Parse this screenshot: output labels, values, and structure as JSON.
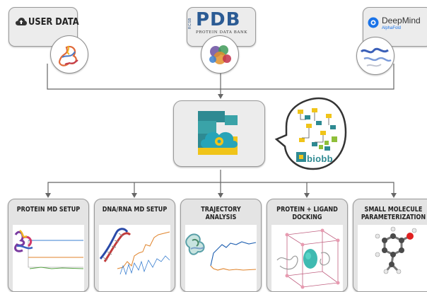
{
  "sources": {
    "user_data": "USER DATA",
    "pdb": {
      "logo": "PDB",
      "rcsb": "RCSB",
      "subtitle": "PROTEIN DATA BANK"
    },
    "deepmind": {
      "name": "DeepMind",
      "sub": "AlphaFold"
    }
  },
  "center": {
    "brand": "biobb"
  },
  "workflows": [
    {
      "title": "PROTEIN MD SETUP"
    },
    {
      "title": "DNA/RNA MD SETUP"
    },
    {
      "title": "TRAJECTORY ANALYSIS"
    },
    {
      "title": "PROTEIN + LIGAND\nDOCKING"
    },
    {
      "title": "SMALL MOLECULE\nPARAMETERIZATION"
    }
  ],
  "colors": {
    "teal": "#2e8a92",
    "gold": "#f0c419",
    "cloud": "#26a4b8",
    "blue": "#3a7fd0",
    "orange": "#e0832a",
    "green": "#58a545"
  }
}
